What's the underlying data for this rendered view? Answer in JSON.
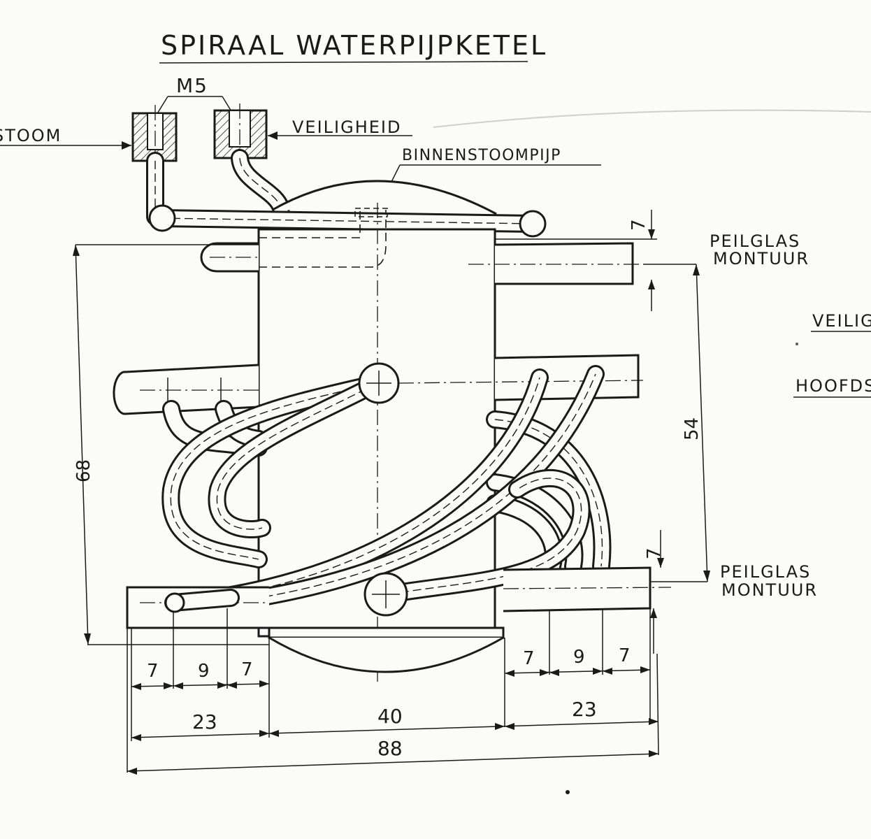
{
  "title": "SPIRAAL WATERPIJPKETEL",
  "labels": {
    "m5": "M5",
    "stoom": "STOOM",
    "veiligheid": "VEILIGHEID",
    "binnenstoompijp": "BINNENSTOOMPIJP",
    "peilglas_top_1": "PEILGLAS",
    "peilglas_top_2": "MONTUUR",
    "peilglas_bottom_1": "PEILGLAS",
    "peilglas_bottom_2": "MONTUUR",
    "veilig_cut": "VEILIG",
    "hoofds_cut": "HOOFDS"
  },
  "dimensions": {
    "d68": "68",
    "d54": "54",
    "d7_top": "7",
    "d7_right": "7",
    "d7_left_a": "7",
    "d9_left": "9",
    "d7_left_b": "7",
    "d7_right_a": "7",
    "d9_right": "9",
    "d7_right_b": "7",
    "d23_left": "23",
    "d40": "40",
    "d23_right": "23",
    "d88": "88"
  }
}
